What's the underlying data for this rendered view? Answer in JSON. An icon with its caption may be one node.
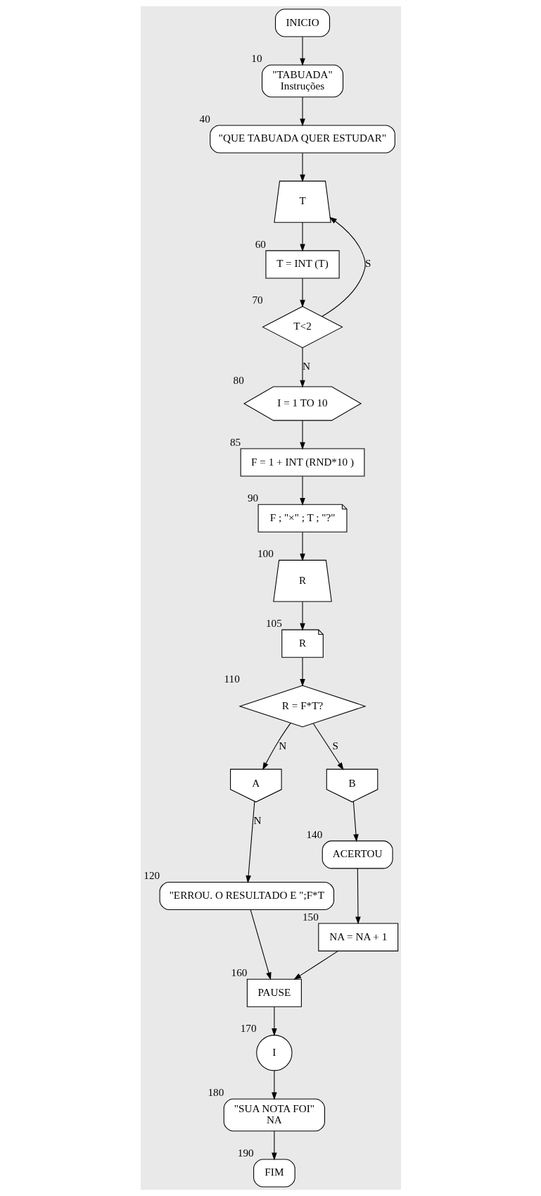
{
  "diagram": {
    "nodes": [
      {
        "text": [
          "INICIO"
        ]
      },
      {
        "text": [
          "\"TABUADA\"",
          "Instruções"
        ],
        "beside": [
          "10"
        ]
      },
      {
        "text": [
          "\"QUE TABUADA QUER ESTUDAR\""
        ],
        "beside": [
          "40"
        ]
      },
      {
        "text": [
          "T"
        ]
      },
      {
        "text": [
          "T = INT (T)"
        ],
        "beside": [
          "60"
        ]
      },
      {
        "text": [
          "T<2"
        ],
        "beside": [
          "70"
        ]
      },
      {
        "text": [
          "I = 1 TO 10"
        ],
        "beside": [
          "80"
        ]
      },
      {
        "text": [
          "F = 1 + INT (RND*10 )"
        ],
        "beside": [
          "85"
        ]
      },
      {
        "text": [
          "F ; \"×\" ; T ; \"?\""
        ],
        "beside": [
          "90"
        ]
      },
      {
        "text": [
          "R"
        ],
        "beside": [
          "100"
        ]
      },
      {
        "text": [
          "R"
        ],
        "beside": [
          "105"
        ]
      },
      {
        "text": [
          "R = F*T?"
        ],
        "beside": [
          "110"
        ]
      },
      {
        "text": [
          "A"
        ]
      },
      {
        "text": [
          "B"
        ]
      },
      {
        "text": [
          "ACERTOU"
        ],
        "beside": [
          "140"
        ]
      },
      {
        "text": [
          "NA = NA + 1"
        ],
        "beside": [
          "150"
        ]
      },
      {
        "text": [
          "\"ERROU. O RESULTADO E \";F*T"
        ],
        "beside": [
          "120"
        ]
      },
      {
        "text": [
          "PAUSE"
        ],
        "beside": [
          "160"
        ]
      },
      {
        "text": [
          "I"
        ],
        "beside": [
          "170"
        ]
      },
      {
        "text": [
          "\"SUA NOTA FOI\"",
          "NA"
        ],
        "beside": [
          "180"
        ]
      },
      {
        "text": [
          "FIM"
        ],
        "beside": [
          "190"
        ]
      }
    ],
    "edges": [
      {
        "from": 0,
        "to": 1,
        "arrow": "to"
      },
      {
        "from": 1,
        "to": 2,
        "arrow": "to"
      },
      {
        "from": 2,
        "to": 3,
        "arrow": "to"
      },
      {
        "from": 3,
        "to": 4,
        "arrow": "to"
      },
      {
        "from": 4,
        "to": 5,
        "arrow": "to"
      },
      {
        "from": 5,
        "to": 3,
        "arrow": "to",
        "label": "S"
      },
      {
        "from": 5,
        "to": 6,
        "arrow": "to",
        "label": "N"
      },
      {
        "from": 6,
        "to": 7,
        "arrow": "to"
      },
      {
        "from": 7,
        "to": 8,
        "arrow": "to"
      },
      {
        "from": 8,
        "to": 9,
        "arrow": "to"
      },
      {
        "from": 9,
        "to": 10,
        "arrow": "to"
      },
      {
        "from": 10,
        "to": 11,
        "arrow": "to"
      },
      {
        "from": 11,
        "to": 12,
        "arrow": "to",
        "label": "N"
      },
      {
        "from": 11,
        "to": 13,
        "arrow": "to",
        "label": "S"
      },
      {
        "from": 13,
        "to": 14,
        "arrow": "to"
      },
      {
        "from": 14,
        "to": 15,
        "arrow": "to"
      },
      {
        "from": 12,
        "to": 16,
        "arrow": "to",
        "label": "N"
      },
      {
        "from": 16,
        "to": 17,
        "arrow": "to"
      },
      {
        "from": 15,
        "to": 17,
        "arrow": "to"
      },
      {
        "from": 17,
        "to": 18,
        "arrow": "to"
      },
      {
        "from": 18,
        "to": 19,
        "arrow": "to"
      },
      {
        "from": 19,
        "to": 20,
        "arrow": "to"
      }
    ]
  }
}
